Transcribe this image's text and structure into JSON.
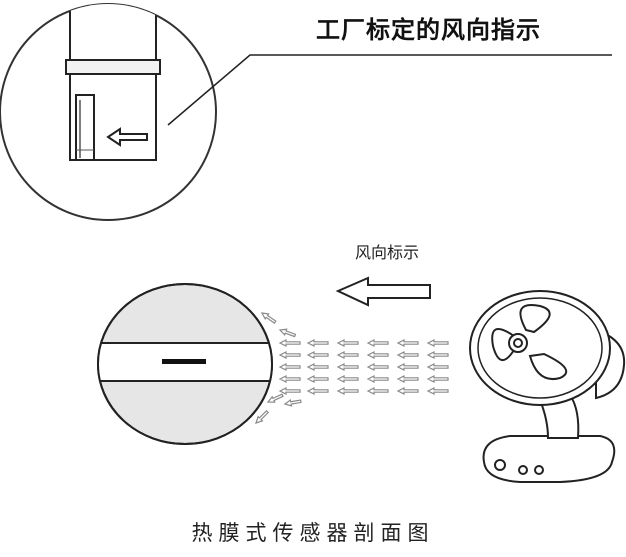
{
  "labels": {
    "factory_wind_direction": "工厂标定的风向指示",
    "wind_direction": "风向标示",
    "caption": "热膜式传感器剖面图"
  },
  "colors": {
    "line": "#222222",
    "background": "#ffffff",
    "airflow_arrows": "#8a8a8a",
    "sensor_fill": "#e6e6e6"
  },
  "icons": {
    "detail_arrow": "left-arrow-icon",
    "wind_arrow": "left-arrow-icon",
    "fan": "desk-fan-icon"
  }
}
